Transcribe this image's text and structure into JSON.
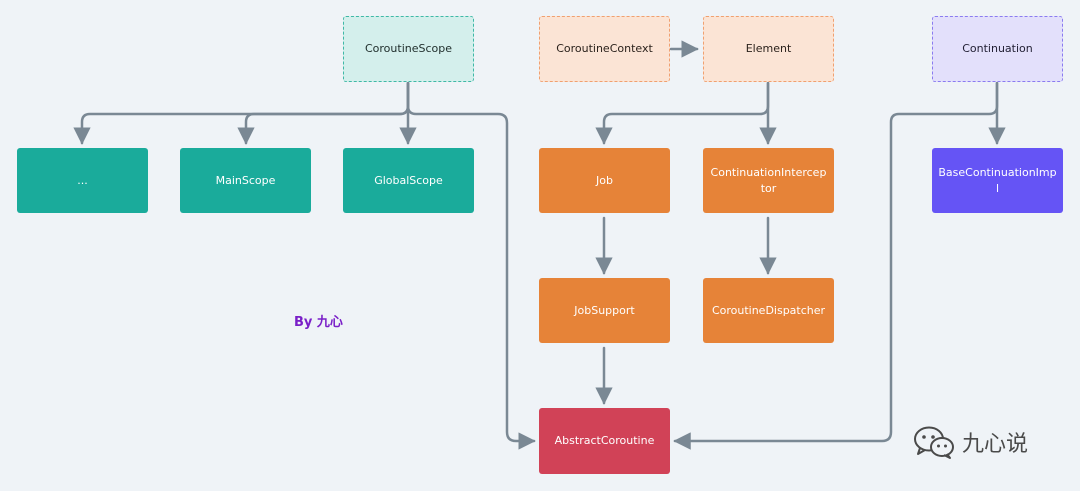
{
  "nodes": {
    "coroutine_scope": "CoroutineScope",
    "coroutine_context": "CoroutineContext",
    "element": "Element",
    "continuation": "Continuation",
    "ellipsis": "...",
    "main_scope": "MainScope",
    "global_scope": "GlobalScope",
    "job": "Job",
    "continuation_interceptor": "ContinuationInterceptor",
    "base_continuation_impl": "BaseContinuationImpl",
    "job_support": "JobSupport",
    "coroutine_dispatcher": "CoroutineDispatcher",
    "abstract_coroutine": "AbstractCoroutine"
  },
  "author_label": "By 九心",
  "watermark": {
    "icon": "wechat-icon",
    "text": "九心说"
  },
  "colors": {
    "background": "#eff3f7",
    "edge": "#7a8894",
    "teal": "#1aab9b",
    "orange": "#e68338",
    "purple": "#6554f5",
    "red": "#d14257",
    "author": "#7a1fc8"
  }
}
